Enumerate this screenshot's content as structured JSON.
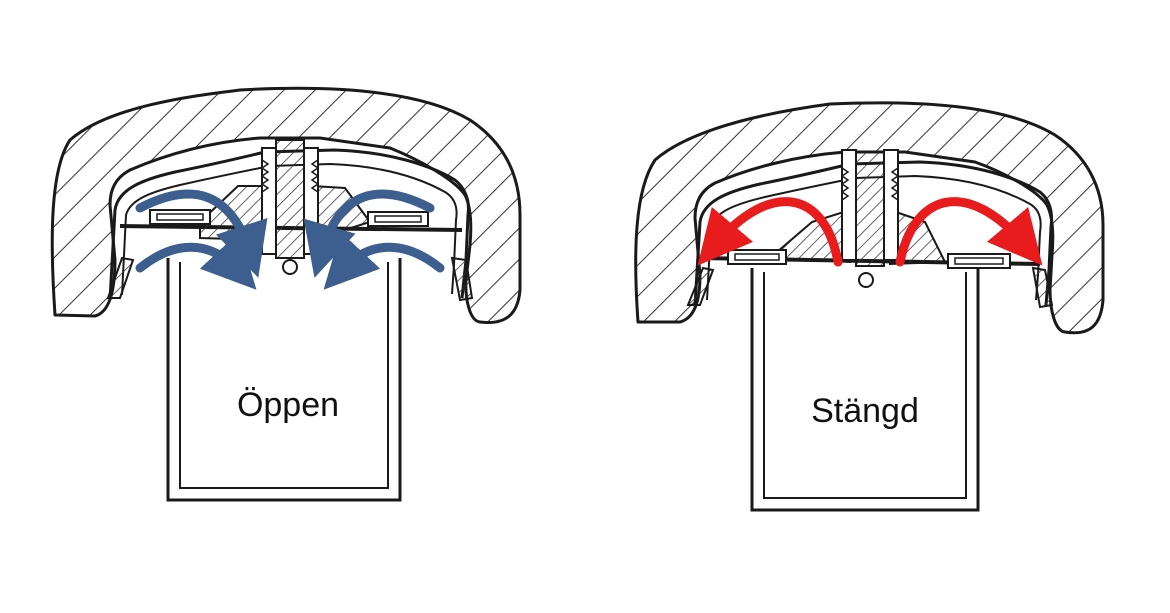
{
  "diagrams": [
    {
      "label": "Öppen",
      "state": "open",
      "arrow_color": "#3d5f8f",
      "arrow_direction": "inward"
    },
    {
      "label": "Stängd",
      "state": "closed",
      "arrow_color": "#e81c1c",
      "arrow_direction": "outward"
    }
  ],
  "colors": {
    "line": "#1a1a1a",
    "hatch": "#333333",
    "background": "#ffffff"
  }
}
